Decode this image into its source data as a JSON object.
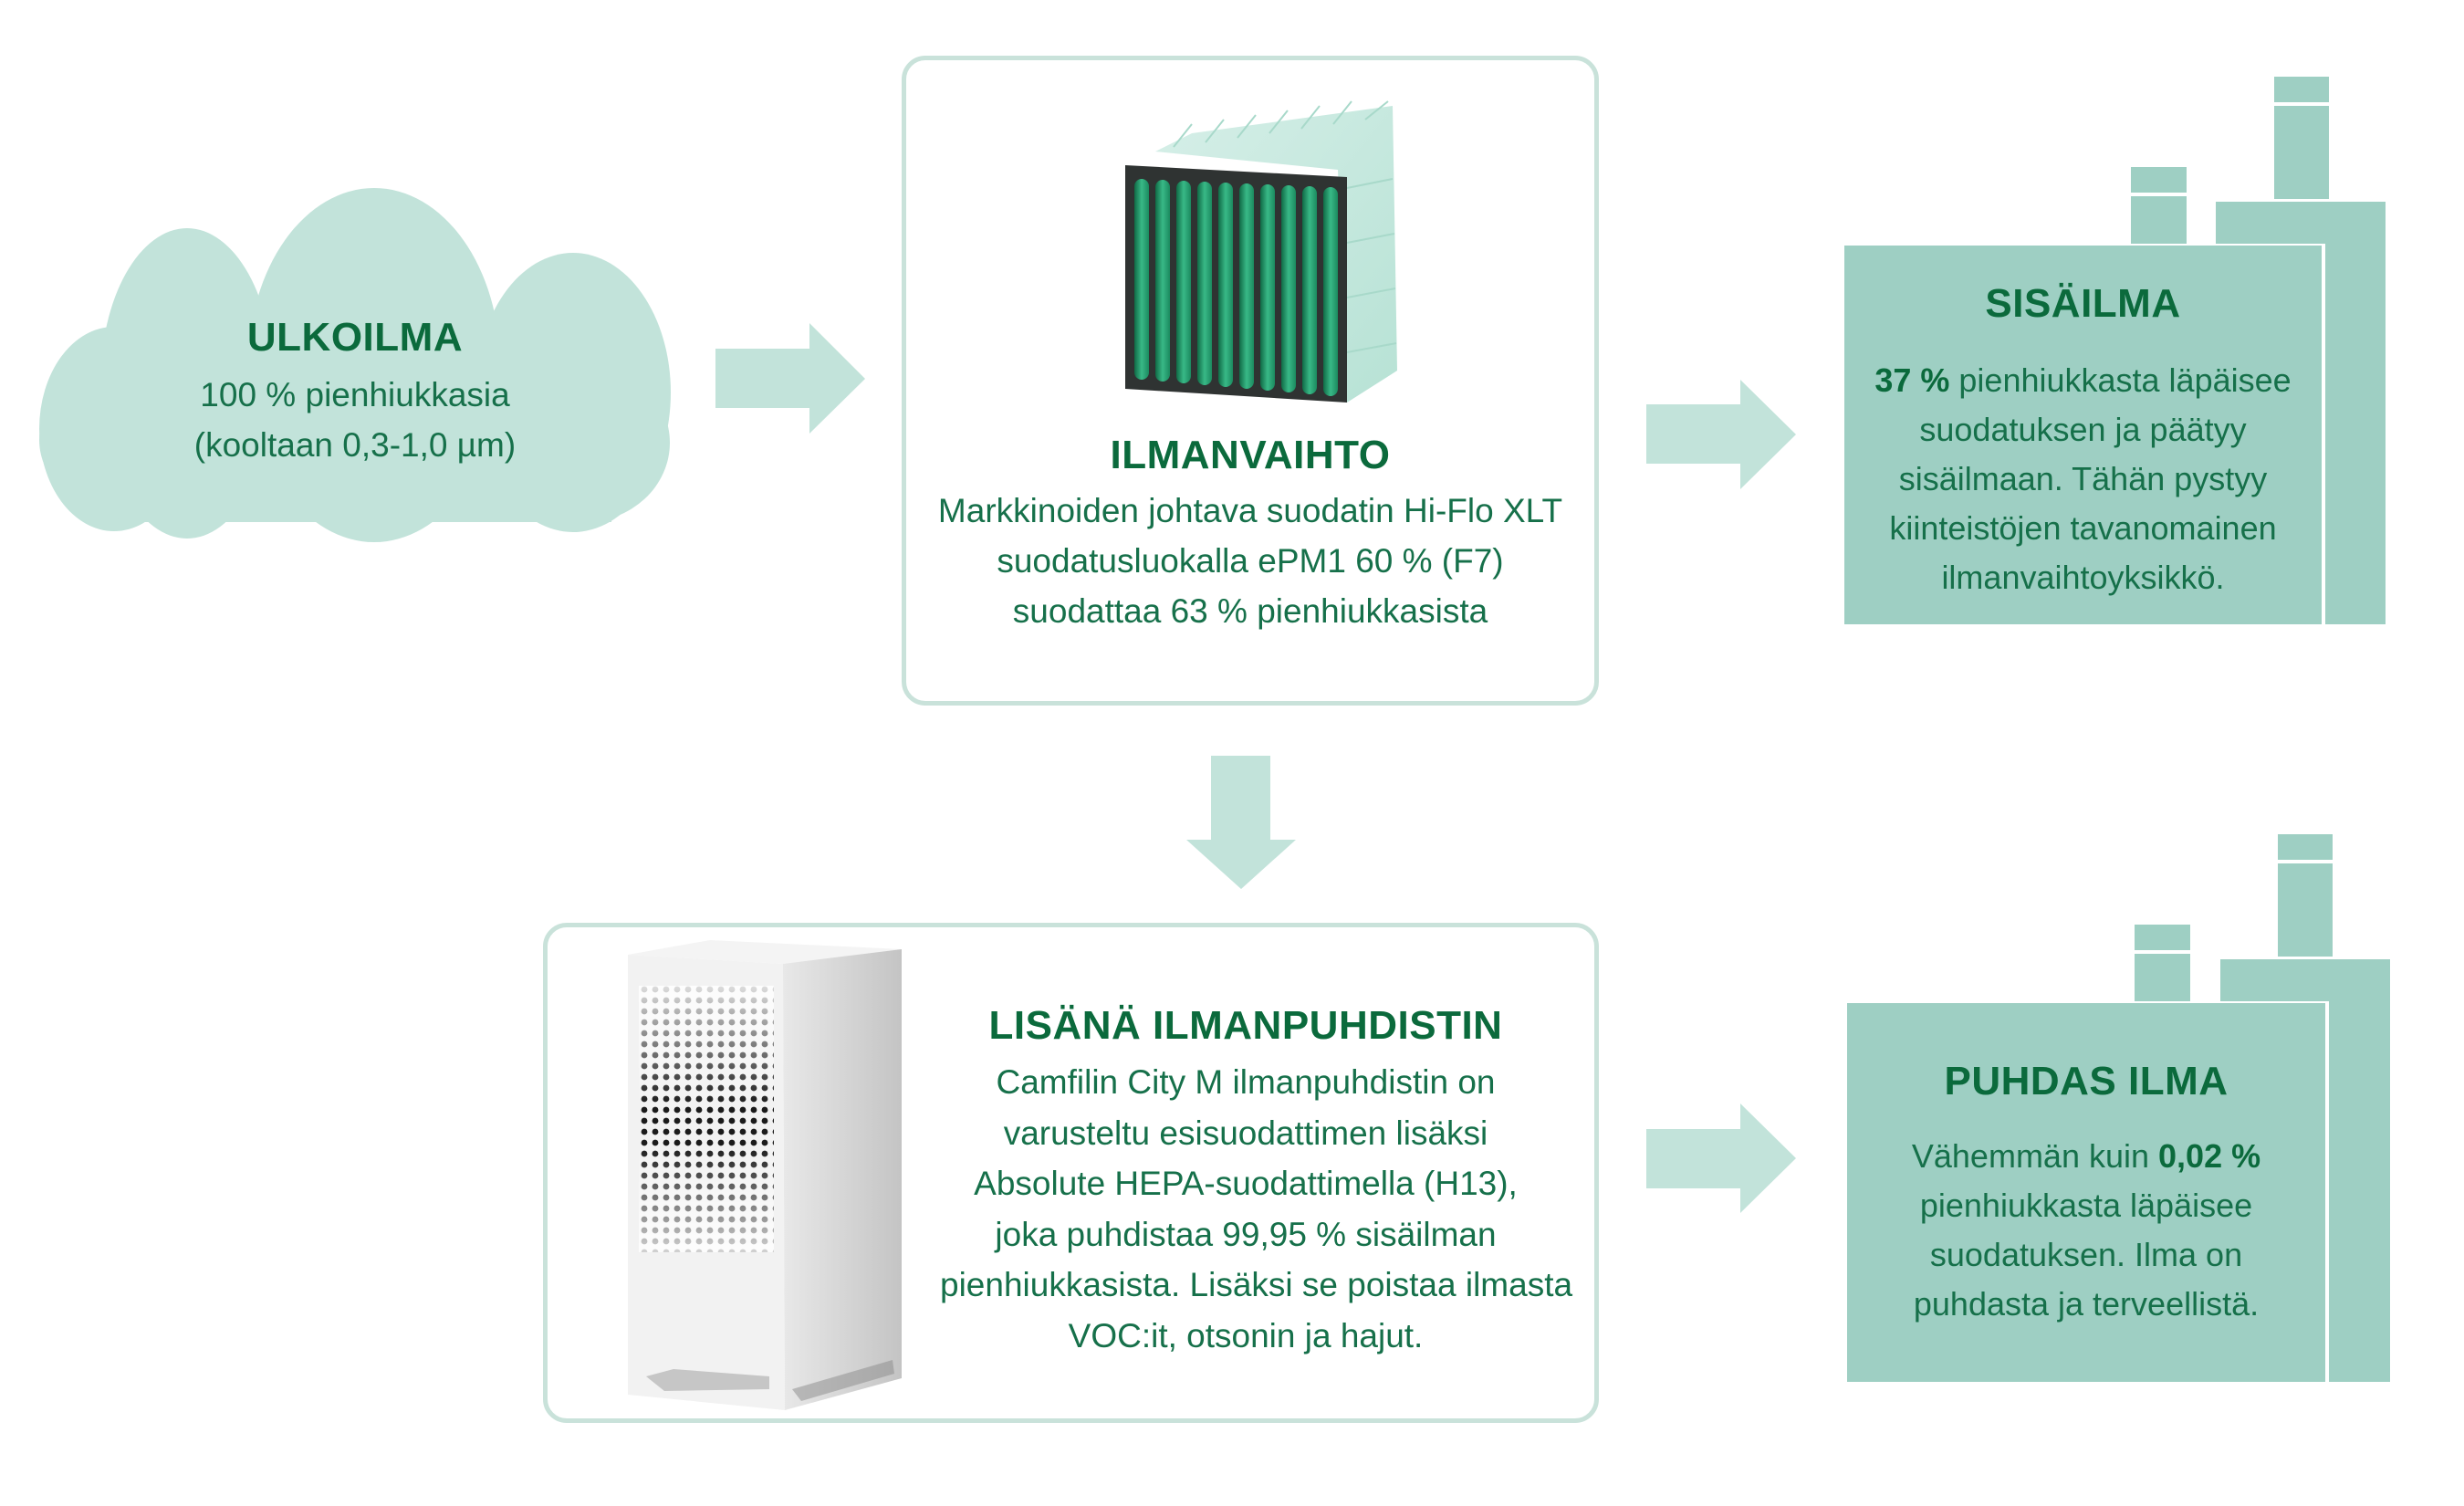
{
  "colors": {
    "cloud": "#c2e3da",
    "arrow": "#c2e3da",
    "card_border": "#c9e2da",
    "building": "#9ecfc3",
    "title_text": "#0b6a3c",
    "body_text": "#16704a"
  },
  "outdoor": {
    "icon": "cloud-icon",
    "title": "ULKOILMA",
    "lines": [
      "100 % pienhiukkasia",
      "(kooltaan 0,3-1,0 µm)"
    ]
  },
  "ventilation": {
    "image": "bag-filter-image",
    "title": "ILMANVAIHTO",
    "lines": [
      "Markkinoiden johtava suodatin Hi-Flo XLT",
      "suodatusluokalla ePM1 60 % (F7)",
      "suodattaa 63 % pienhiukkasista"
    ]
  },
  "indoor": {
    "icon": "building-icon",
    "title": "SISÄILMA",
    "highlight": "37 %",
    "lines": [
      "pienhiukkasta läpäisee",
      "suodatuksen ja päätyy",
      "sisäilmaan. Tähän pystyy",
      "kiinteistöjen tavanomainen",
      "ilmanvaihtoyksikkö."
    ]
  },
  "purifier": {
    "image": "air-purifier-image",
    "title": "LISÄNÄ ILMANPUHDISTIN",
    "lines": [
      "Camfilin City M ilmanpuhdistin on",
      "varusteltu esisuodattimen lisäksi",
      "Absolute HEPA-suodattimella (H13),",
      "joka puhdistaa 99,95 % sisäilman",
      "pienhiukkasista. Lisäksi se poistaa ilmasta",
      "VOC:it, otsonin ja hajut."
    ]
  },
  "clean_air": {
    "icon": "building-icon",
    "title": "PUHDAS ILMA",
    "lead": "Vähemmän kuin",
    "highlight": "0,02 %",
    "lines": [
      "pienhiukkasta läpäisee",
      "suodatuksen. Ilma on",
      "puhdasta ja terveellistä."
    ]
  },
  "arrows": [
    {
      "from": "outdoor",
      "to": "ventilation",
      "direction": "right"
    },
    {
      "from": "ventilation",
      "to": "indoor",
      "direction": "right"
    },
    {
      "from": "ventilation",
      "to": "purifier",
      "direction": "down"
    },
    {
      "from": "purifier",
      "to": "clean_air",
      "direction": "right"
    }
  ]
}
